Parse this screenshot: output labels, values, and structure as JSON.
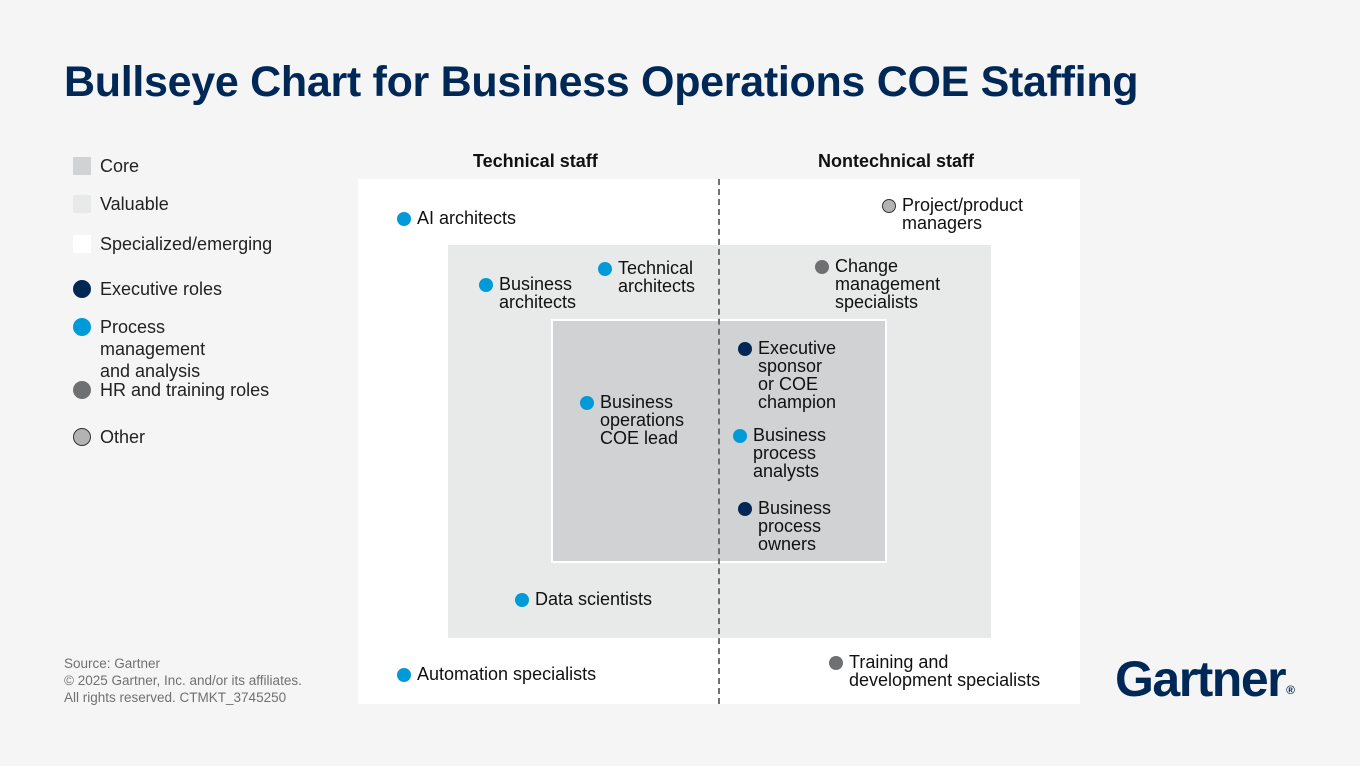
{
  "title": "Bullseye Chart for Business Operations COE Staffing",
  "colors": {
    "core": "#d0d2d3",
    "valuable": "#e8e9e9",
    "specialized": "#ffffff",
    "executive": "#002856",
    "process": "#009ad8",
    "hr": "#6f7072",
    "other": "#b3b3b3"
  },
  "legend": {
    "core": "Core",
    "valuable": "Valuable",
    "specialized": "Specialized/emerging",
    "executive": "Executive roles",
    "process": "Process management\nand analysis",
    "hr": "HR and training roles",
    "other": "Other"
  },
  "columns": {
    "technical": "Technical staff",
    "nontechnical": "Nontechnical staff"
  },
  "roles": {
    "ai_architects": {
      "label": "AI architects",
      "category": "process",
      "ring": "specialized",
      "column": "technical"
    },
    "project_managers": {
      "label": "Project/product\nmanagers",
      "category": "other",
      "ring": "specialized",
      "column": "nontechnical"
    },
    "business_architects": {
      "label": "Business\narchitects",
      "category": "process",
      "ring": "valuable",
      "column": "technical"
    },
    "technical_architects": {
      "label": "Technical\narchitects",
      "category": "process",
      "ring": "valuable",
      "column": "technical"
    },
    "change_management": {
      "label": "Change\nmanagement\nspecialists",
      "category": "hr",
      "ring": "valuable",
      "column": "nontechnical"
    },
    "coe_lead": {
      "label": "Business\noperations\nCOE lead",
      "category": "process",
      "ring": "core",
      "column": "technical"
    },
    "executive_sponsor": {
      "label": "Executive\nsponsor\nor COE\nchampion",
      "category": "executive",
      "ring": "core",
      "column": "nontechnical"
    },
    "process_analysts": {
      "label": "Business\nprocess\nanalysts",
      "category": "process",
      "ring": "core",
      "column": "nontechnical"
    },
    "process_owners": {
      "label": "Business\nprocess\nowners",
      "category": "executive",
      "ring": "core",
      "column": "nontechnical"
    },
    "data_scientists": {
      "label": "Data scientists",
      "category": "process",
      "ring": "valuable",
      "column": "technical"
    },
    "automation_specialists": {
      "label": "Automation specialists",
      "category": "process",
      "ring": "specialized",
      "column": "technical"
    },
    "training_specialists": {
      "label": "Training and\ndevelopment specialists",
      "category": "hr",
      "ring": "specialized",
      "column": "nontechnical"
    }
  },
  "footer": {
    "source": "Source: Gartner",
    "copyright": "© 2025 Gartner, Inc. and/or its affiliates.",
    "rights": "All rights reserved. CTMKT_3745250"
  },
  "logo": {
    "text": "Gartner",
    "mark": "®"
  }
}
